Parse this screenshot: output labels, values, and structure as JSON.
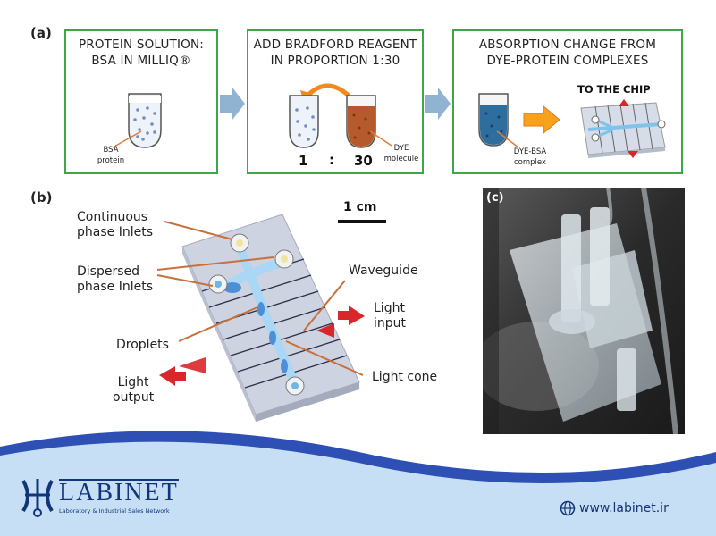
{
  "panel_a": {
    "letter": "(a)",
    "box1": {
      "title_line1": "PROTEIN SOLUTION:",
      "title_line2": "BSA IN MILLIQ®",
      "label_line1": "BSA",
      "label_line2": "protein"
    },
    "box2": {
      "title_line1": "ADD BRADFORD REAGENT",
      "title_line2": "IN PROPORTION 1:30",
      "ratio_left": "1",
      "ratio_sep": ":",
      "ratio_right": "30",
      "label_line1": "DYE",
      "label_line2": "molecule"
    },
    "box3": {
      "title_line1": "ABSORPTION CHANGE FROM",
      "title_line2": "DYE-PROTEIN COMPLEXES",
      "to_chip": "TO THE CHIP",
      "label_line1": "DYE-BSA",
      "label_line2": "complex"
    }
  },
  "panel_b": {
    "letter": "(b)",
    "scale": "1 cm",
    "continuous_line1": "Continuous",
    "continuous_line2": "phase Inlets",
    "dispersed_line1": "Dispersed",
    "dispersed_line2": "phase Inlets",
    "droplets": "Droplets",
    "light_output_line1": "Light",
    "light_output_line2": "output",
    "waveguide": "Waveguide",
    "light_input_line1": "Light",
    "light_input_line2": "input",
    "light_cone": "Light cone"
  },
  "panel_c": {
    "letter": "(c)"
  },
  "footer": {
    "logo_text": "LABINET",
    "logo_sub": "Laboratory & Industrial Sales Network",
    "website": "www.labinet.ir"
  },
  "colors": {
    "box_border": "#3ea649",
    "arrow_blue": "#8fb3d1",
    "arrow_orange": "#f28a1a",
    "red_arrow": "#d8262a",
    "footer_bg": "#c7dff5",
    "footer_wave": "#2e4fb3",
    "logo_navy": "#12357a"
  },
  "icons": [
    "right-arrow-icon",
    "curved-arrow-icon",
    "red-arrow-icon",
    "globe-icon"
  ]
}
